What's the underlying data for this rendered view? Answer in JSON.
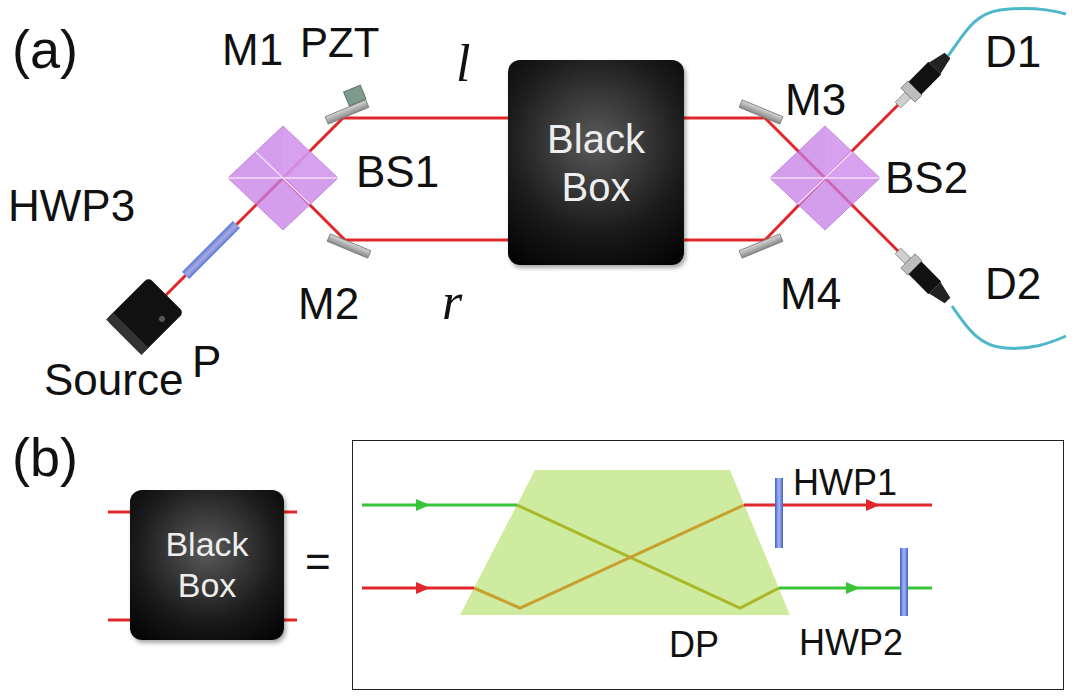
{
  "diagram": {
    "nodes": [
      {
        "text": [
          "Black Box"
        ]
      },
      {
        "text": [
          "Black Box"
        ]
      },
      {
        "text": [
          "HWP1",
          "DP",
          "HWP2"
        ]
      }
    ],
    "labels": [
      "(a)",
      "PZT",
      "M1",
      "l",
      "BS1",
      "HWP3",
      "M2",
      "r",
      "P",
      "Source",
      "M3",
      "BS2",
      "M4",
      "D1",
      "D2",
      "(b)",
      "="
    ]
  }
}
